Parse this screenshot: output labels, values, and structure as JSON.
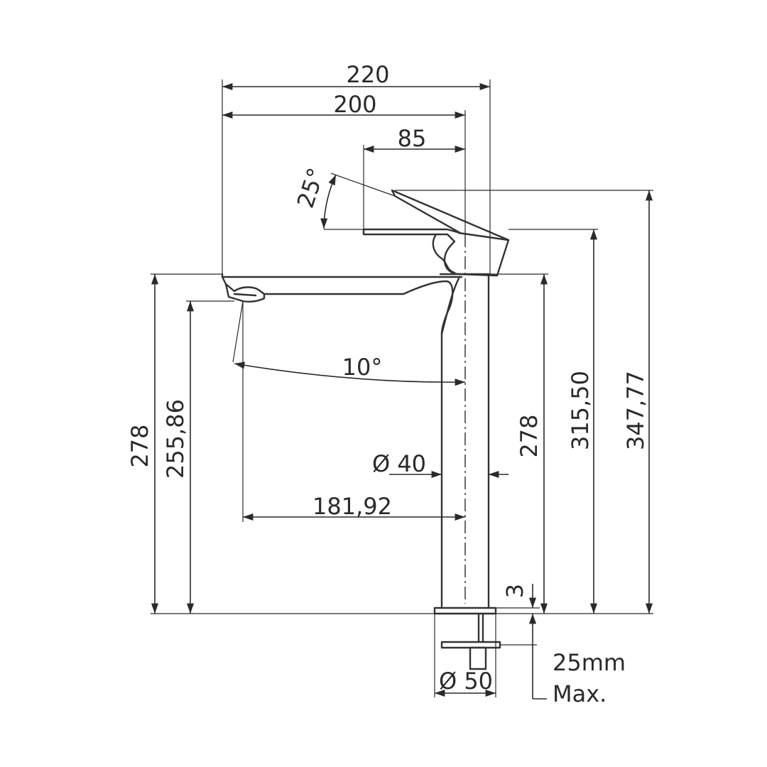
{
  "drawing": {
    "subject": "",
    "dimensions": {
      "overall_width": "220",
      "spout_reach": "200",
      "handle_reach": "85",
      "handle_angle": "25°",
      "spout_tilt_angle": "10°",
      "body_diameter": "Ø 40",
      "outlet_to_center": "181,92",
      "base_height_left": "278",
      "outlet_height": "255,86",
      "base_height_right": "278",
      "handle_height": "315,50",
      "overall_height": "347,77",
      "base_thickness": "3",
      "base_diameter": "Ø 50",
      "max_counter_thickness_line1": "25mm",
      "max_counter_thickness_line2": "Max."
    }
  }
}
